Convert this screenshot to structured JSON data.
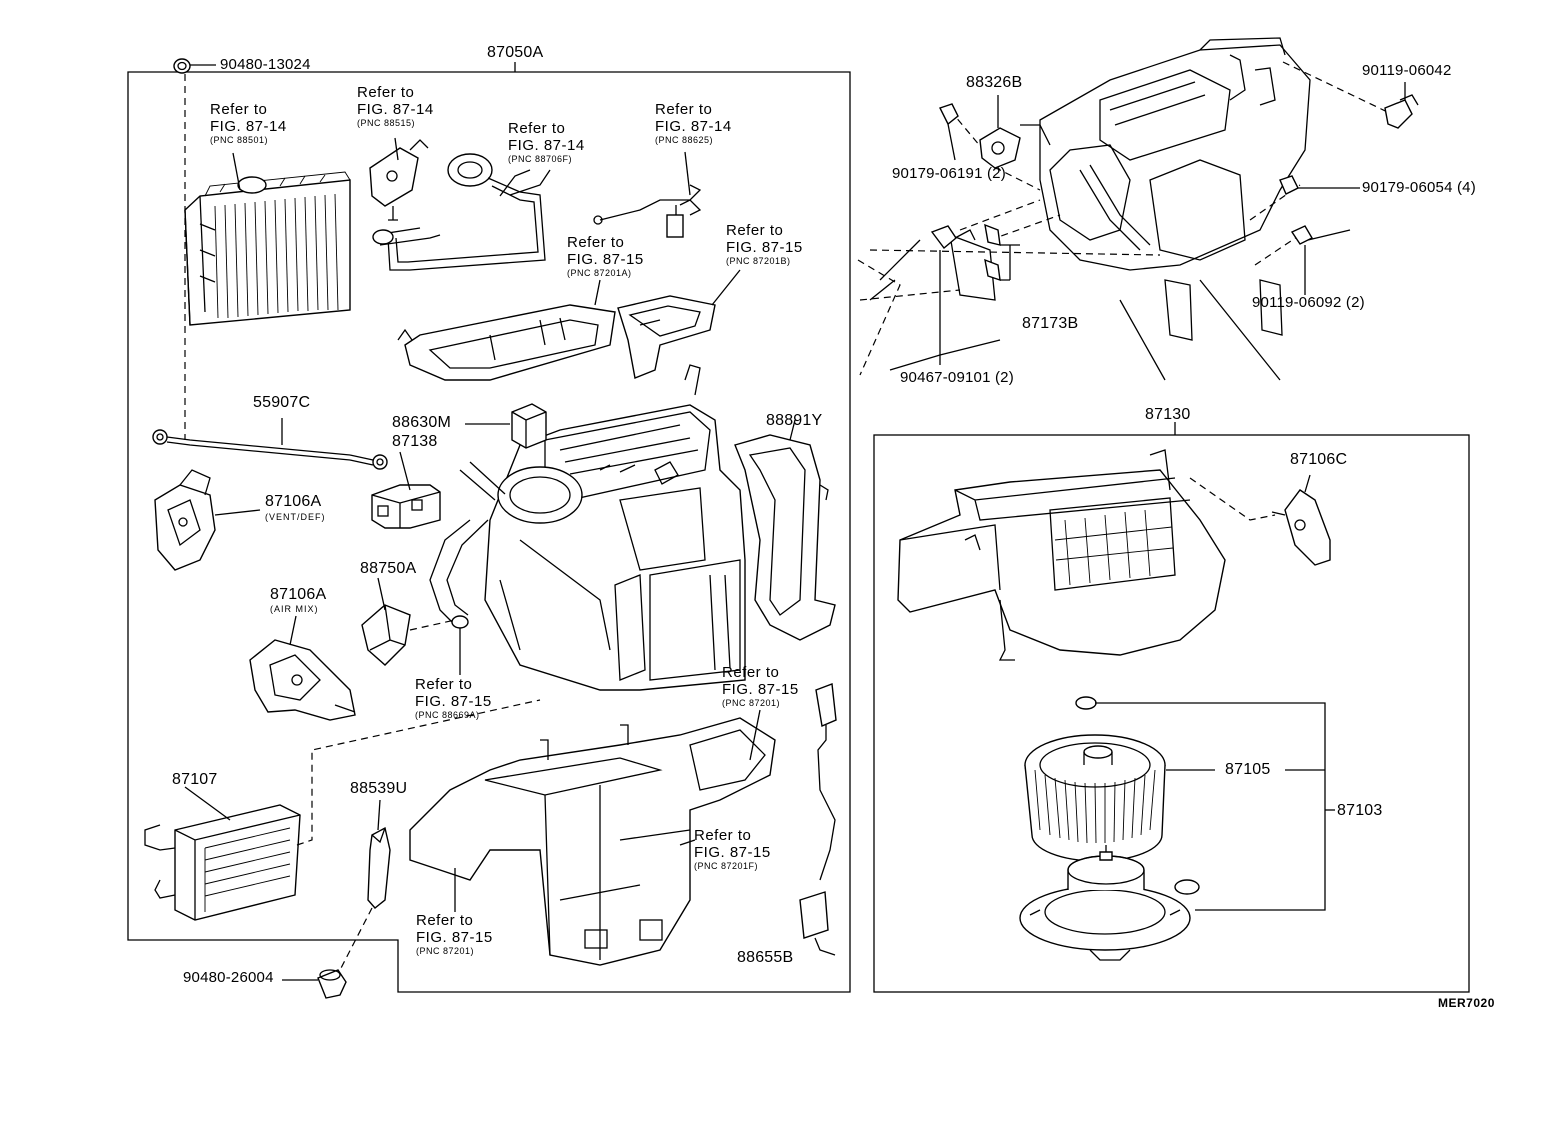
{
  "labels": {
    "p87050A": "87050A",
    "p90480_13024": "90480-13024",
    "p55907C": "55907C",
    "p88630M": "88630M",
    "p87138": "87138",
    "p87106A_vent": "87106A",
    "vent_def": "(VENT/DEF)",
    "p88750A": "88750A",
    "p87106A_air": "87106A",
    "air_mix": "(AIR MIX)",
    "p88891Y": "88891Y",
    "p87107": "87107",
    "p88539U": "88539U",
    "p88655B": "88655B",
    "p90480_26004": "90480-26004",
    "p88326B": "88326B",
    "p90119_06042": "90119-06042",
    "p90179_06191": "90179-06191 (2)",
    "p90179_06054": "90179-06054 (4)",
    "p90119_06092": "90119-06092 (2)",
    "p87173B": "87173B",
    "p90467_09101": "90467-09101 (2)",
    "p87130": "87130",
    "p87106C": "87106C",
    "p87105": "87105",
    "p87103": "87103",
    "fig_code": "MER7020"
  },
  "refs": [
    {
      "line1": "Refer to",
      "line2": "FIG. 87-14",
      "line3": "(PNC 88501)"
    },
    {
      "line1": "Refer to",
      "line2": "FIG. 87-14",
      "line3": "(PNC 88515)"
    },
    {
      "line1": "Refer to",
      "line2": "FIG. 87-14",
      "line3": "(PNC 88706F)"
    },
    {
      "line1": "Refer to",
      "line2": "FIG. 87-14",
      "line3": "(PNC 88625)"
    },
    {
      "line1": "Refer to",
      "line2": "FIG. 87-15",
      "line3": "(PNC 87201A)"
    },
    {
      "line1": "Refer to",
      "line2": "FIG. 87-15",
      "line3": "(PNC 87201B)"
    },
    {
      "line1": "Refer to",
      "line2": "FIG. 87-15",
      "line3": "(PNC 88669A)"
    },
    {
      "line1": "Refer to",
      "line2": "FIG. 87-15",
      "line3": "(PNC 87201)"
    },
    {
      "line1": "Refer to",
      "line2": "FIG. 87-15",
      "line3": "(PNC 87201F)"
    },
    {
      "line1": "Refer to",
      "line2": "FIG. 87-15",
      "line3": "(PNC 87201)"
    }
  ]
}
